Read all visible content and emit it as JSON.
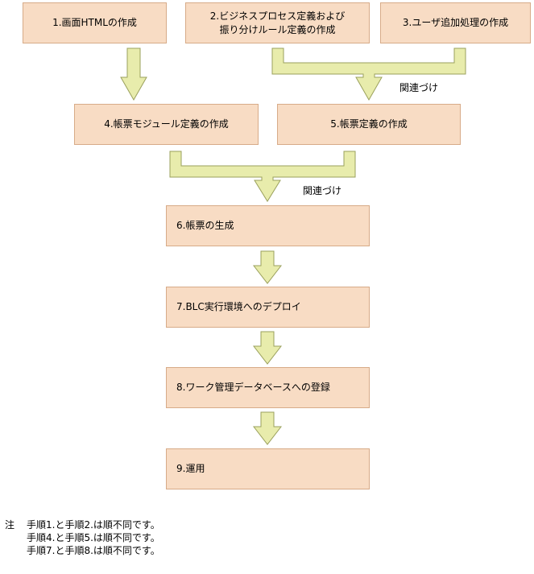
{
  "steps": {
    "s1": "1.画面HTMLの作成",
    "s2": "2.ビジネスプロセス定義および\n振り分けルール定義の作成",
    "s3": "3.ユーザ追加処理の作成",
    "s4": "4.帳票モジュール定義の作成",
    "s5": "5.帳票定義の作成",
    "s6": "6.帳票の生成",
    "s7": "7.BLC実行環境へのデプロイ",
    "s8": "8.ワーク管理データベースへの登録",
    "s9": "9.運用"
  },
  "connector_labels": {
    "link_a": "関連づけ",
    "link_b": "関連づけ"
  },
  "notes": {
    "mark": "注",
    "lines": [
      "手順1.と手順2.は順不同です。",
      "手順4.と手順5.は順不同です。",
      "手順7.と手順8.は順不同です。"
    ]
  },
  "colors": {
    "box_fill": "#f8dcc4",
    "box_border": "#d7ab88",
    "arrow_fill": "#e8ecac",
    "arrow_border": "#9aa05c"
  }
}
